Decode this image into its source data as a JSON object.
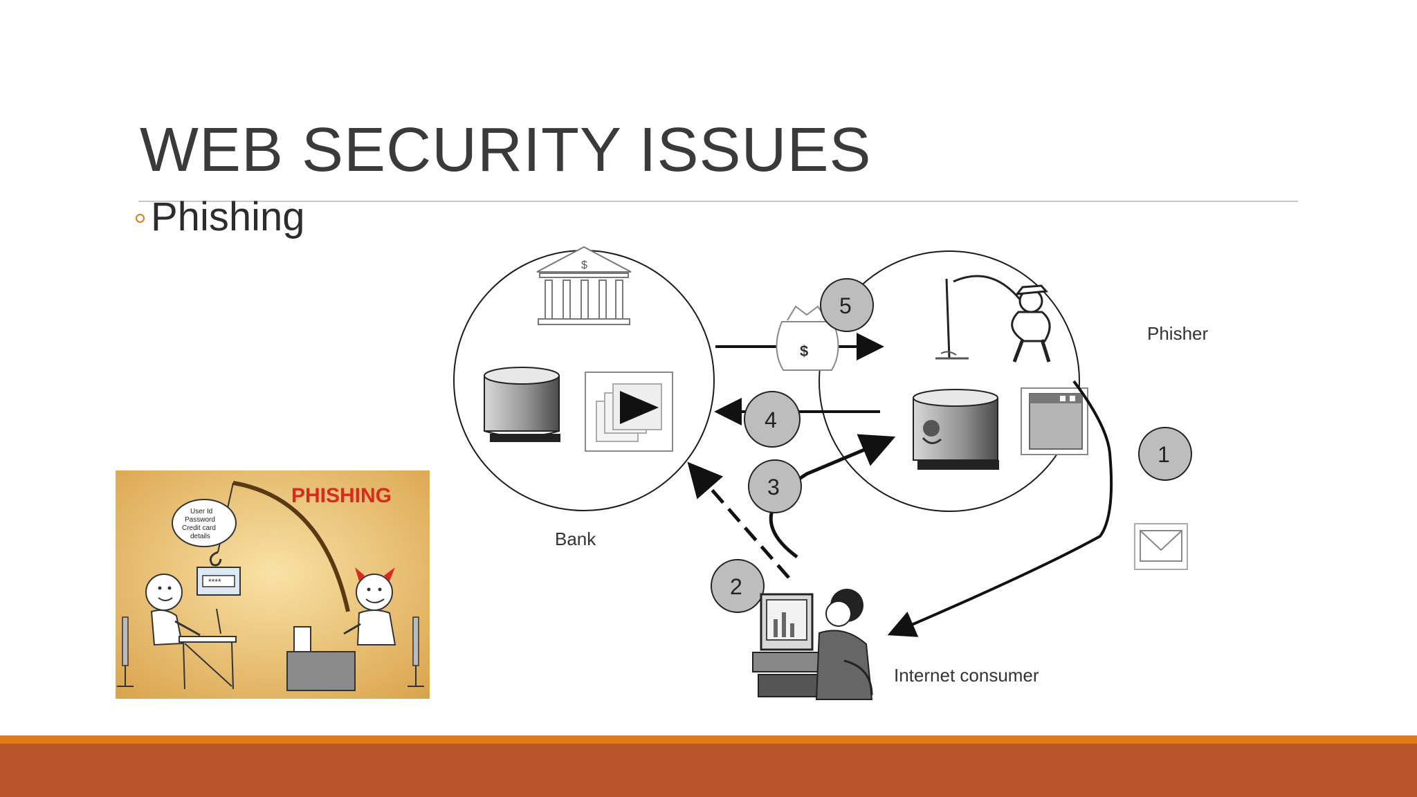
{
  "slide": {
    "title": "WEB SECURITY ISSUES",
    "bullet": "Phishing"
  },
  "diagram": {
    "labels": {
      "bank": "Bank",
      "phisher": "Phisher",
      "consumer": "Internet consumer"
    },
    "steps": [
      "1",
      "2",
      "3",
      "4",
      "5"
    ],
    "money_bag_symbol": "$",
    "bank_symbol": "$"
  },
  "cartoon": {
    "heading": "PHISHING",
    "bubble_lines": [
      "User Id",
      "Password",
      "Credit card",
      "details"
    ],
    "password_mask": "****"
  },
  "colors": {
    "accent_orange": "#e07b1a",
    "footer_rust": "#b9552a",
    "cartoon_red": "#d62b1e"
  }
}
